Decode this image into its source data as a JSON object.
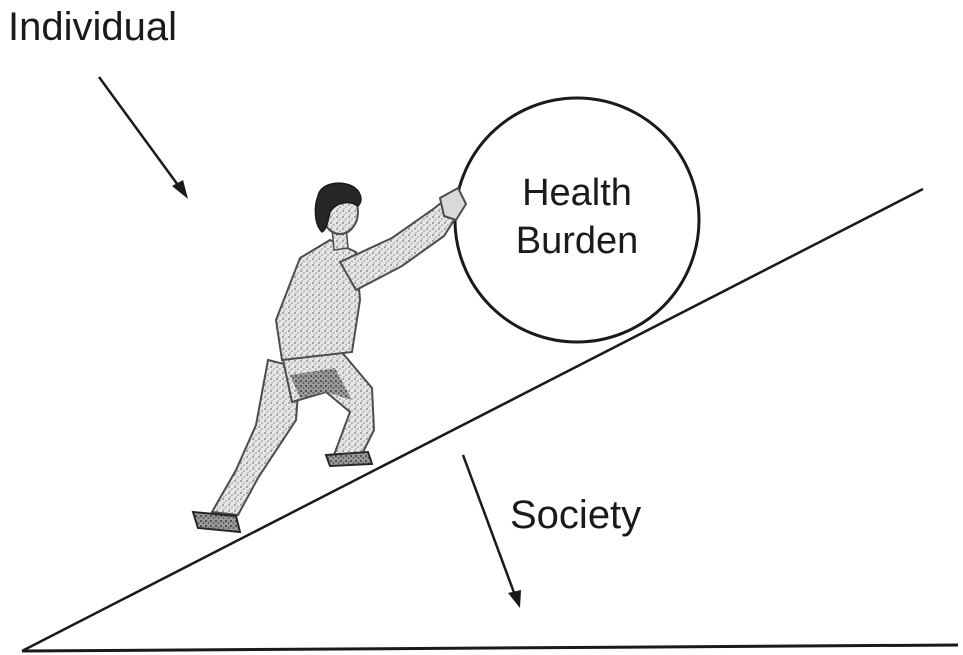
{
  "labels": {
    "individual": "Individual",
    "society": "Society"
  },
  "burden": {
    "line1": "Health",
    "line2": "Burden"
  },
  "colors": {
    "ink": "#1a1a1a",
    "figure_light": "#d9d9d9",
    "figure_mid": "#a6a6a6",
    "figure_dark": "#4d4d4d",
    "hair": "#262626"
  },
  "icons": {
    "figure": "person-pushing-icon",
    "arrow": "arrow-icon"
  }
}
